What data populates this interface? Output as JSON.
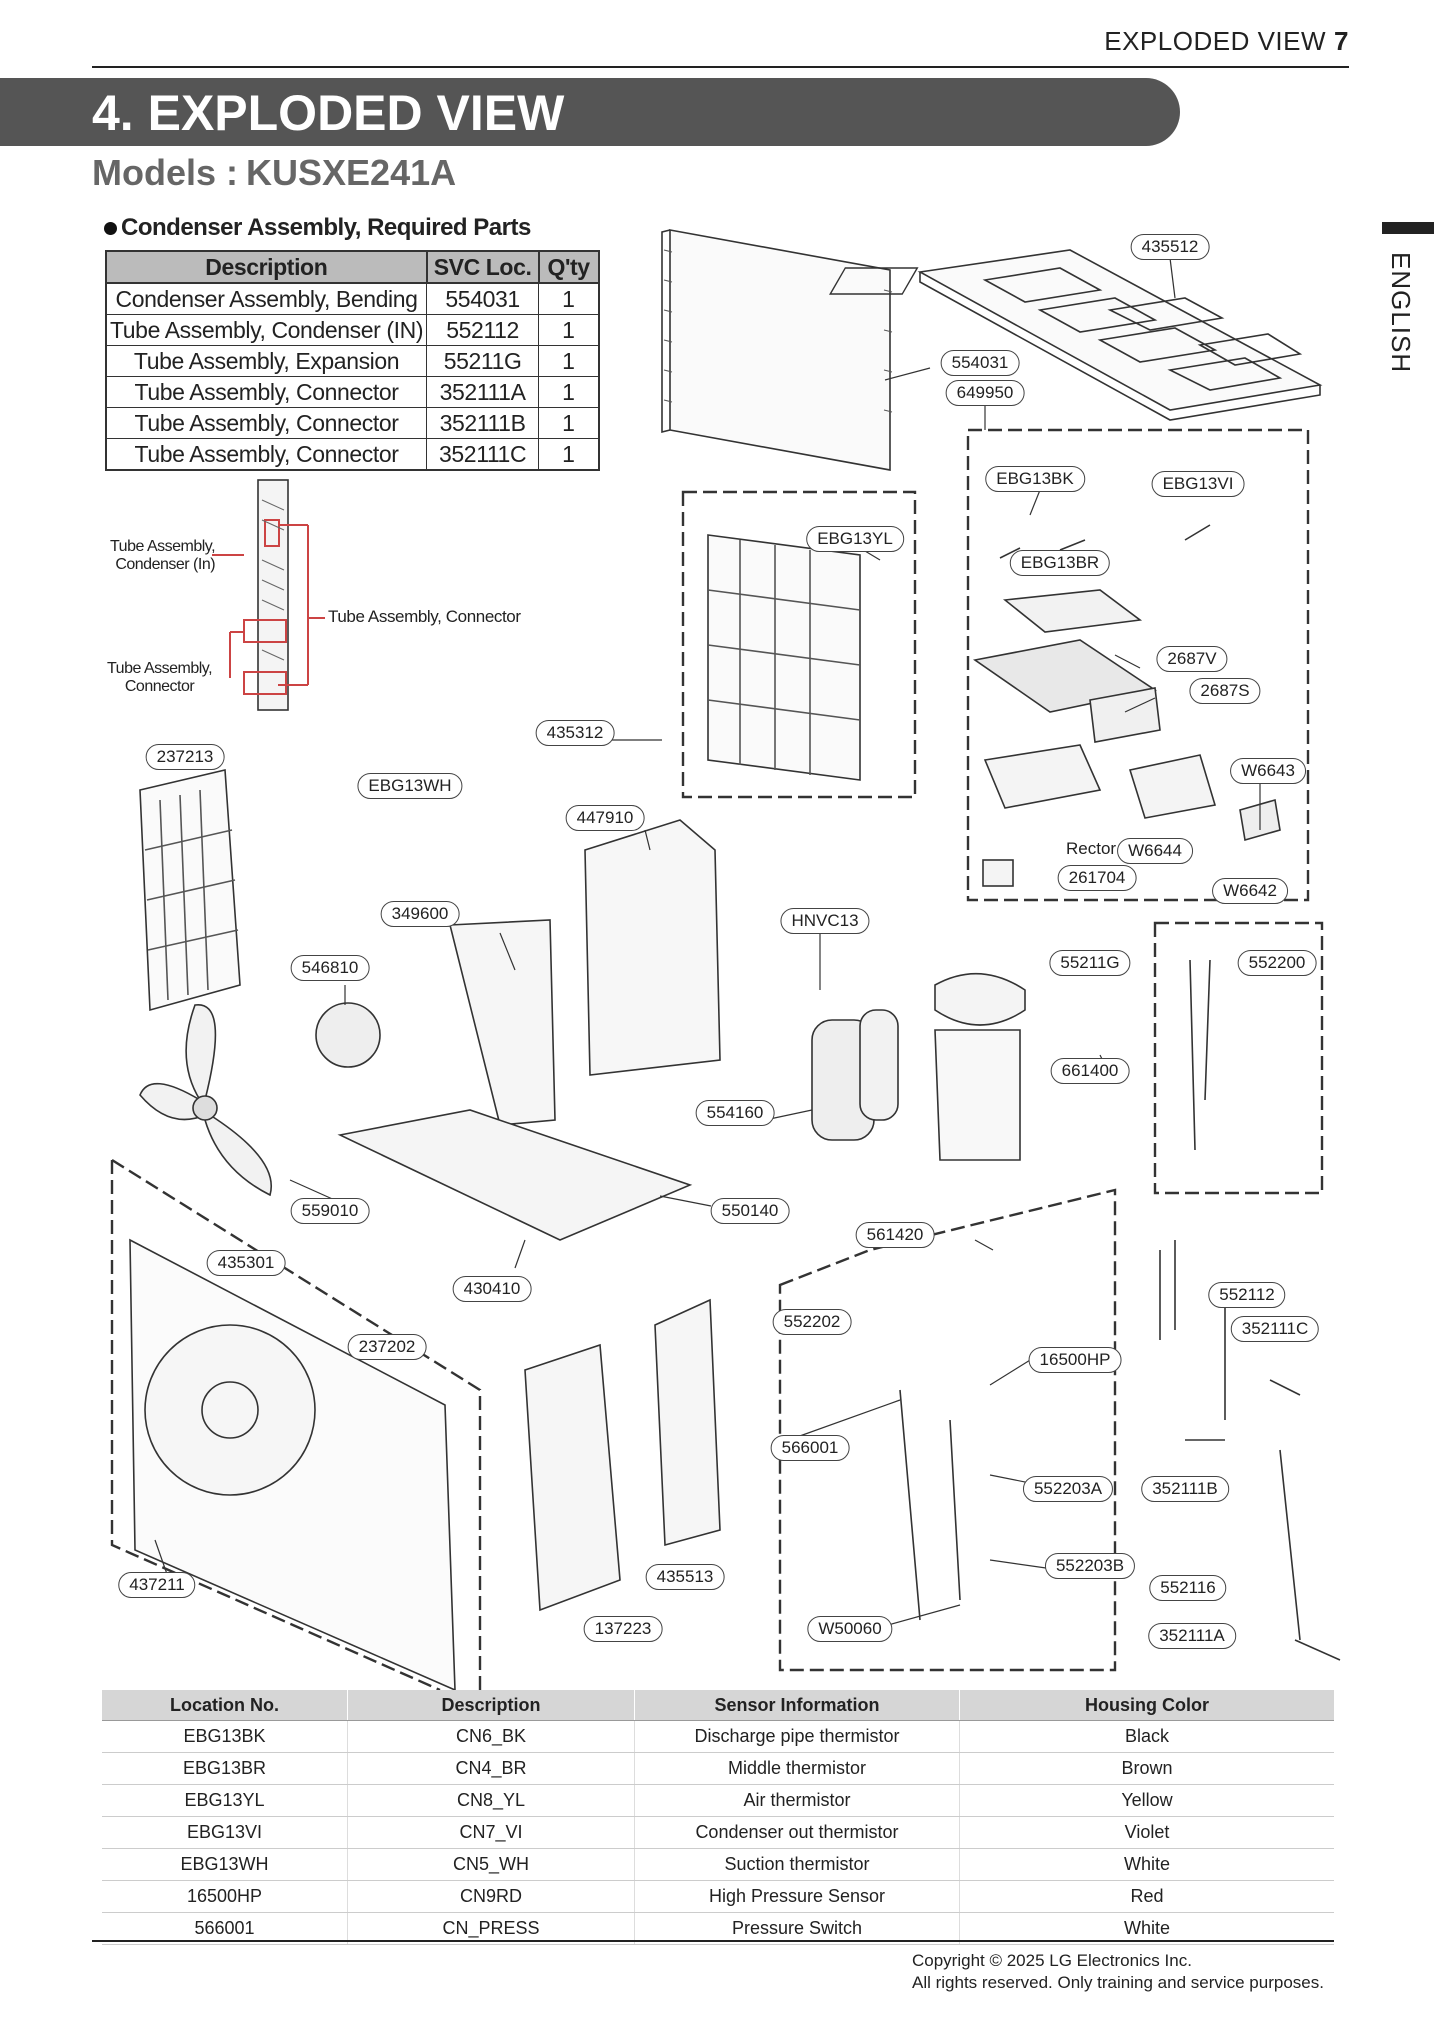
{
  "header": {
    "section_label": "EXPLODED VIEW",
    "page_number": "7"
  },
  "title": "4. EXPLODED VIEW",
  "models": {
    "label": "Models :",
    "value": "KUSXE241A"
  },
  "side_label": "ENGLISH",
  "condenser": {
    "title": "Condenser Assembly, Required Parts",
    "columns": [
      "Description",
      "SVC Loc.",
      "Q'ty"
    ],
    "rows": [
      [
        "Condenser Assembly, Bending",
        "554031",
        "1"
      ],
      [
        "Tube Assembly, Condenser (IN)",
        "552112",
        "1"
      ],
      [
        "Tube Assembly, Expansion",
        "55211G",
        "1"
      ],
      [
        "Tube Assembly, Connector",
        "352111A",
        "1"
      ],
      [
        "Tube Assembly, Connector",
        "352111B",
        "1"
      ],
      [
        "Tube Assembly, Connector",
        "352111C",
        "1"
      ]
    ]
  },
  "inset_labels": {
    "tube_condenser_in": "Tube Assembly,\nCondenser (In)",
    "tube_connector_right": "Tube Assembly, Connector",
    "tube_connector_left": "Tube Assembly,\nConnector"
  },
  "callouts": [
    "435512",
    "554031",
    "649950",
    "EBG13BK",
    "EBG13VI",
    "EBG13BR",
    "EBG13YL",
    "2687V",
    "2687S",
    "W6643",
    "W6644",
    "261704",
    "W6642",
    "435312",
    "237213",
    "EBG13WH",
    "447910",
    "349600",
    "HNVC13",
    "55211G",
    "552200",
    "546810",
    "661400",
    "554160",
    "559010",
    "550140",
    "561420",
    "435301",
    "430410",
    "552112",
    "552202",
    "352111C",
    "237202",
    "16500HP",
    "566001",
    "552203A",
    "352111B",
    "552203B",
    "552116",
    "437211",
    "435513",
    "137223",
    "W50060",
    "352111A"
  ],
  "rector_label": "Rector",
  "sensor_table": {
    "columns": [
      "Location No.",
      "Description",
      "Sensor Information",
      "Housing Color"
    ],
    "rows": [
      [
        "EBG13BK",
        "CN6_BK",
        "Discharge pipe thermistor",
        "Black"
      ],
      [
        "EBG13BR",
        "CN4_BR",
        "Middle thermistor",
        "Brown"
      ],
      [
        "EBG13YL",
        "CN8_YL",
        "Air thermistor",
        "Yellow"
      ],
      [
        "EBG13VI",
        "CN7_VI",
        "Condenser out thermistor",
        "Violet"
      ],
      [
        "EBG13WH",
        "CN5_WH",
        "Suction thermistor",
        "White"
      ],
      [
        "16500HP",
        "CN9RD",
        "High Pressure Sensor",
        "Red"
      ],
      [
        "566001",
        "CN_PRESS",
        "Pressure Switch",
        "White"
      ]
    ]
  },
  "copyright": {
    "line1": "Copyright © 2025 LG Electronics Inc.",
    "line2": "All rights reserved. Only training and service purposes."
  }
}
